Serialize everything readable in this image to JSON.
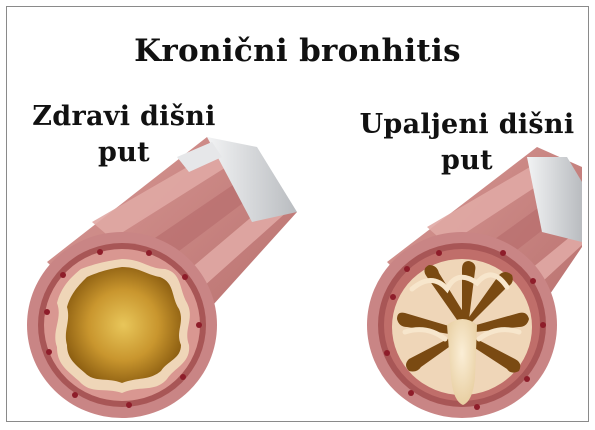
{
  "title": "Kronični bronhitis",
  "healthy": {
    "label_line1": "Zdravi dišni",
    "label_line2": "put"
  },
  "inflamed": {
    "label_line1": "Upaljeni dišni",
    "label_line2": "put"
  },
  "colors": {
    "tube_outer": "#c98585",
    "tube_band": "#e0a8a4",
    "tube_stripe": "#b86e6e",
    "wall_ring": "#a85656",
    "wall_inner": "#c06e6a",
    "cut_surface": "#d99791",
    "inner_lining": "#efd6b8",
    "lumen_dark": "#9a6a14",
    "lumen_light": "#e8c65a",
    "red_dot": "#8e1d2a",
    "cartilage_gray": "#d6d8da"
  }
}
